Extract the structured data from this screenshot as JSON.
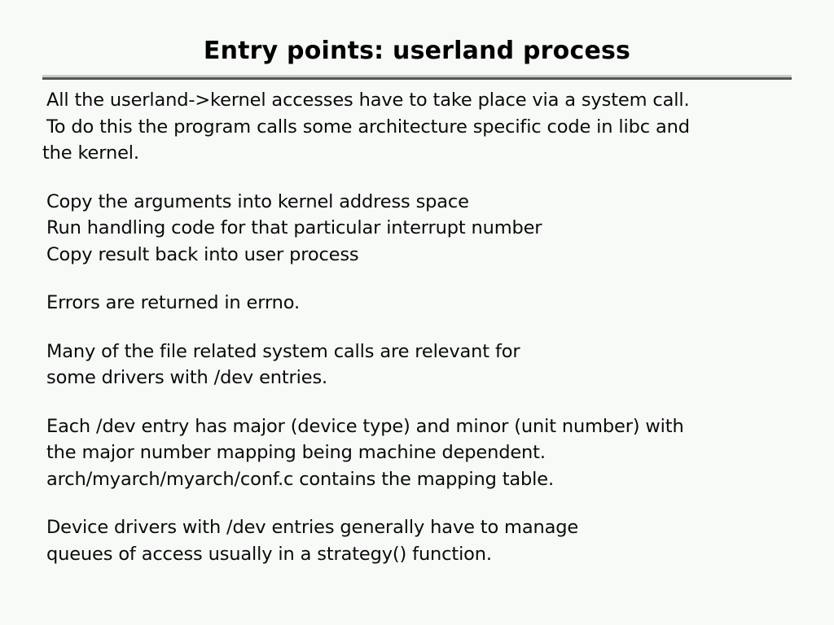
{
  "slide": {
    "title": "Entry points: userland process",
    "blocks": [
      {
        "id": "syscall-intro",
        "lines": [
          {
            "text": "All the userland->kernel accesses have to take place via a system call.",
            "indent": 1
          },
          {
            "text": "To do this the program calls some architecture specific code in libc and",
            "indent": 1
          },
          {
            "text": "the kernel.",
            "indent": 0
          }
        ]
      },
      {
        "id": "syscall-steps",
        "lines": [
          {
            "text": "Copy the arguments into kernel address space",
            "indent": 1
          },
          {
            "text": "Run handling code for that particular interrupt number",
            "indent": 1
          },
          {
            "text": "Copy result back into user process",
            "indent": 1
          }
        ]
      },
      {
        "id": "errors",
        "lines": [
          {
            "text": "Errors are returned in errno.",
            "indent": 1
          }
        ]
      },
      {
        "id": "file-syscalls",
        "lines": [
          {
            "text": "Many of the file related system calls are relevant for",
            "indent": 1
          },
          {
            "text": "some drivers with /dev entries.",
            "indent": 1
          }
        ]
      },
      {
        "id": "dev-major-minor",
        "lines": [
          {
            "text": "Each /dev entry has major (device type) and minor (unit number) with",
            "indent": 1
          },
          {
            "text": "the major number mapping being machine dependent.",
            "indent": 1
          },
          {
            "text": "arch/myarch/myarch/conf.c contains the mapping table.",
            "indent": 1
          }
        ]
      },
      {
        "id": "device-driver-queues",
        "lines": [
          {
            "text": "Device drivers with /dev entries generally have to manage",
            "indent": 1
          },
          {
            "text": "queues of access usually in a strategy() function.",
            "indent": 1
          }
        ]
      }
    ],
    "colors": {
      "background": "#f7faf7",
      "text": "#0a0a0a",
      "rule_light": "#c9cdc9",
      "rule_dark": "#545854"
    }
  }
}
